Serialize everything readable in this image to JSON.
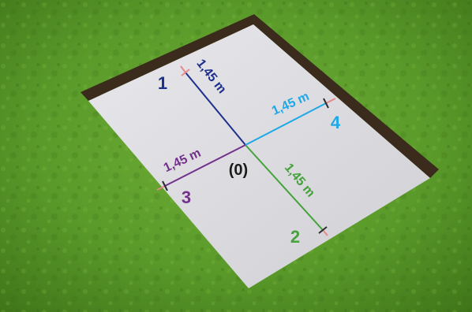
{
  "center_label": "(0)",
  "axes": [
    {
      "id": "1",
      "number": "1",
      "distance": "1,45 m",
      "color": "#1e2f8c"
    },
    {
      "id": "2",
      "number": "2",
      "distance": "1,45 m",
      "color": "#45a23a"
    },
    {
      "id": "3",
      "number": "3",
      "distance": "1,45 m",
      "color": "#74318c"
    },
    {
      "id": "4",
      "number": "4",
      "distance": "1,45 m",
      "color": "#1ea8e6"
    }
  ],
  "colors": {
    "grass": "#4f8a23",
    "floor": "#dcdce0",
    "soil": "#3a2b1c",
    "end_mark": "#e58a8a",
    "center_label": "#1a1a1a"
  }
}
